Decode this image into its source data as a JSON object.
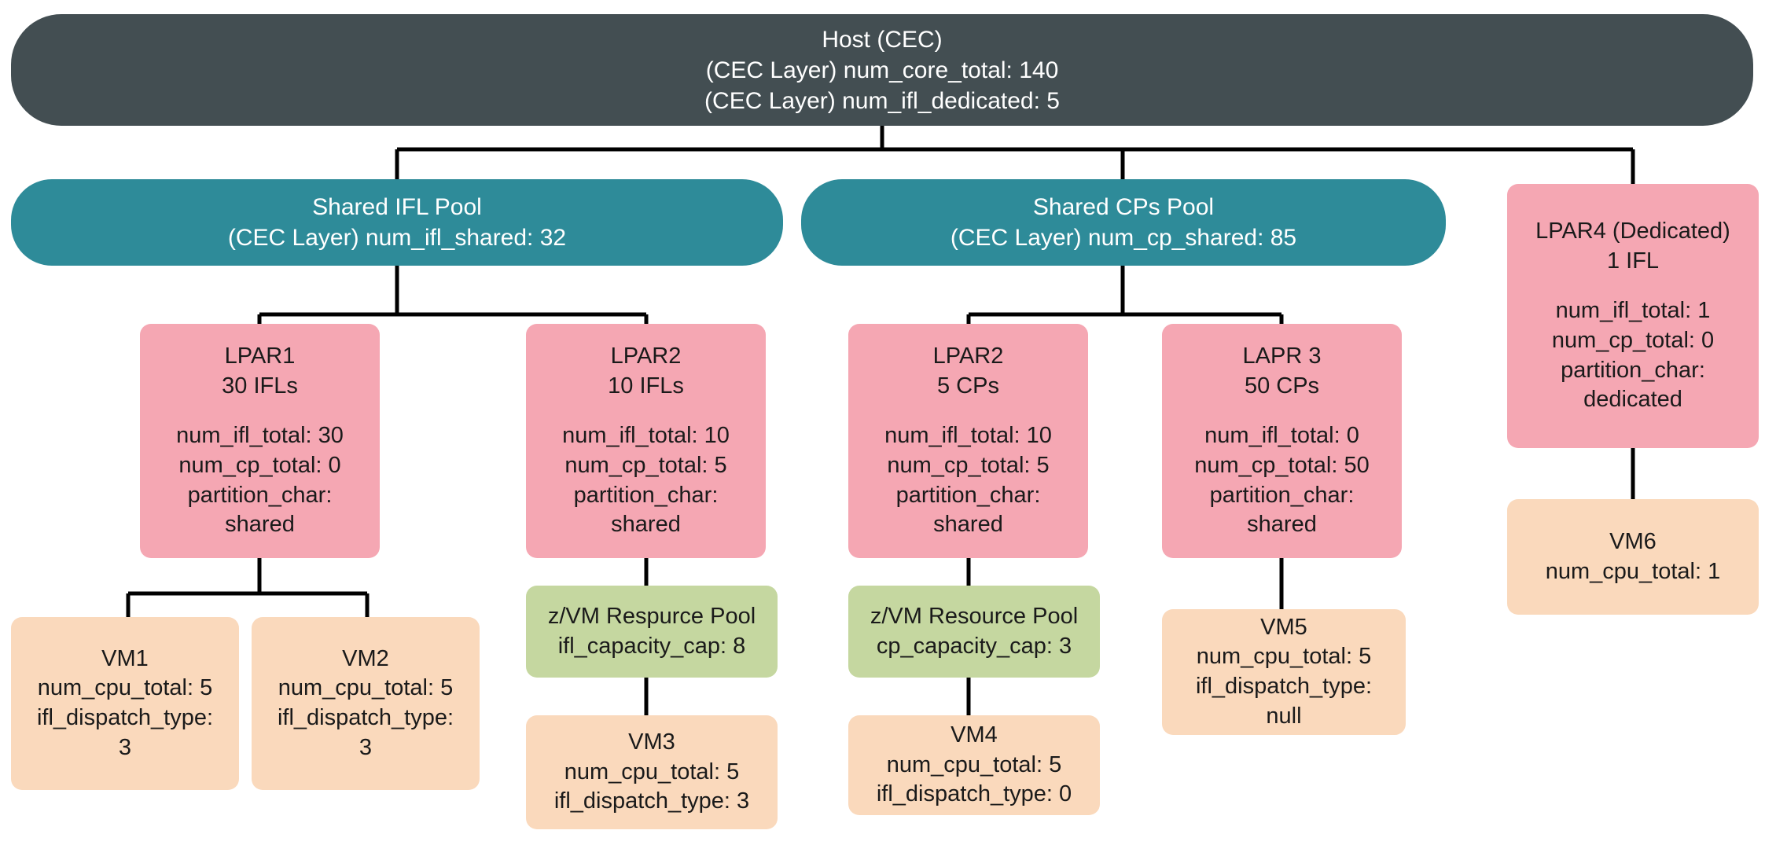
{
  "diagram": {
    "type": "hierarchy-tree",
    "colors": {
      "host": "#434E52",
      "pool": "#2E8B99",
      "lpar": "#F5A7B3",
      "zvm_pool": "#C5D7A0",
      "vm": "#FAD9BC",
      "edge": "#000000",
      "background": "#FFFFFF"
    }
  },
  "host": {
    "title": "Host (CEC)",
    "line1": "(CEC Layer) num_core_total: 140",
    "line2": "(CEC Layer) num_ifl_dedicated: 5"
  },
  "pools": {
    "ifl": {
      "title": "Shared IFL Pool",
      "line1": "(CEC Layer) num_ifl_shared: 32"
    },
    "cp": {
      "title": "Shared CPs Pool",
      "line1": "(CEC Layer) num_cp_shared: 85"
    }
  },
  "lpars": {
    "lpar1": {
      "title": "LPAR1",
      "subtitle": "30 IFLs",
      "attr1": "num_ifl_total: 30",
      "attr2": "num_cp_total: 0",
      "attr3": "partition_char:",
      "attr4": "shared"
    },
    "lpar2_ifl": {
      "title": "LPAR2",
      "subtitle": "10 IFLs",
      "attr1": "num_ifl_total: 10",
      "attr2": "num_cp_total: 5",
      "attr3": "partition_char:",
      "attr4": "shared"
    },
    "lpar2_cp": {
      "title": "LPAR2",
      "subtitle": "5 CPs",
      "attr1": "num_ifl_total: 10",
      "attr2": "num_cp_total: 5",
      "attr3": "partition_char:",
      "attr4": "shared"
    },
    "lapr3": {
      "title": "LAPR 3",
      "subtitle": "50 CPs",
      "attr1": "num_ifl_total: 0",
      "attr2": "num_cp_total: 50",
      "attr3": "partition_char:",
      "attr4": "shared"
    },
    "lpar4": {
      "title": "LPAR4 (Dedicated)",
      "subtitle": "1 IFL",
      "attr1": "num_ifl_total: 1",
      "attr2": "num_cp_total: 0",
      "attr3": "partition_char:",
      "attr4": "dedicated"
    }
  },
  "zvm_pools": {
    "ifl_pool": {
      "title": "z/VM Respurce Pool",
      "line1": "ifl_capacity_cap: 8"
    },
    "cp_pool": {
      "title": "z/VM Resource Pool",
      "line1": "cp_capacity_cap: 3"
    }
  },
  "vms": {
    "vm1": {
      "title": "VM1",
      "line1": "num_cpu_total: 5",
      "line2": "ifl_dispatch_type:",
      "line3": "3"
    },
    "vm2": {
      "title": "VM2",
      "line1": "num_cpu_total: 5",
      "line2": "ifl_dispatch_type:",
      "line3": "3"
    },
    "vm3": {
      "title": "VM3",
      "line1": "num_cpu_total: 5",
      "line2": "ifl_dispatch_type: 3"
    },
    "vm4": {
      "title": "VM4",
      "line1": "num_cpu_total: 5",
      "line2": "ifl_dispatch_type: 0"
    },
    "vm5": {
      "title": "VM5",
      "line1": "num_cpu_total: 5",
      "line2": "ifl_dispatch_type:",
      "line3": "null"
    },
    "vm6": {
      "title": "VM6",
      "line1": "num_cpu_total: 1"
    }
  }
}
